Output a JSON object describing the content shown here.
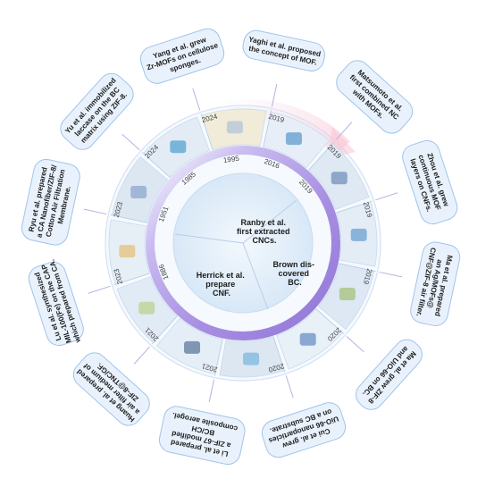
{
  "colors": {
    "box_fill": "#e9f2fc",
    "box_stroke": "#9fc4ea",
    "ring_outer": "#dce9f8",
    "ring_main": "#b8a4ea",
    "center_fill": "#e4f0fb",
    "connector": "#b9b0e3",
    "arrow_pink": "#f7c9d8"
  },
  "center": {
    "herrick": [
      "Herrick et al.",
      "prepare",
      "CNF."
    ],
    "ranby": [
      "Ranby et al.",
      "first extracted",
      "CNCs."
    ],
    "brown": [
      "Brown dis-",
      "covered",
      "BC."
    ]
  },
  "inner_years": [
    "1886",
    "1951",
    "1985",
    "1995",
    "2016",
    "2019"
  ],
  "events": [
    {
      "year": "2019",
      "lines": [
        "Yaghi et al. proposed",
        "the concept of MOF."
      ]
    },
    {
      "year": "2019",
      "lines": [
        "Matsumoto et al.",
        "first combined NC",
        "with MOFs."
      ]
    },
    {
      "year": "2019",
      "lines": [
        "Zhou et al. grew",
        "continuous MOF",
        "layers on CNFs."
      ]
    },
    {
      "year": "2019",
      "lines": [
        "Ma et al. prepared",
        "an Ag/MOFs@",
        "CNF@ZIF-8 air filter."
      ]
    },
    {
      "year": "2020",
      "lines": [
        "Ma et al. grew ZIF-8",
        "and UiO-66 on BC."
      ]
    },
    {
      "year": "2020",
      "lines": [
        "Cui et al. grew",
        "UiO-66 nanoparticles",
        "on a BC substrate."
      ]
    },
    {
      "year": "2021",
      "lines": [
        "Li et al. prepared",
        "a ZIF-67 modified",
        "BC/CH",
        "composite aerogel."
      ]
    },
    {
      "year": "2021",
      "lines": [
        "Huang et al. prepared",
        "a air filter medium of",
        "ZIF-8@TNC/GF."
      ]
    },
    {
      "year": "2023",
      "lines": [
        "Lu et al. synthesized",
        "MIL-100(Fe) on the CAP",
        "which prepared from CA."
      ]
    },
    {
      "year": "2023",
      "lines": [
        "Ryu et al. prepared",
        "a CA Nanofiber/ZIF-8/",
        "Cotton Air Filtration",
        "Membrane."
      ]
    },
    {
      "year": "2024",
      "lines": [
        "Yu et al. immobilized",
        "laccase on the BC",
        "matrix using ZIF-8."
      ]
    },
    {
      "year": "2024",
      "lines": [
        "Yang et al. grew",
        "Zr-MOFs on cellulose",
        "sponges."
      ]
    }
  ]
}
